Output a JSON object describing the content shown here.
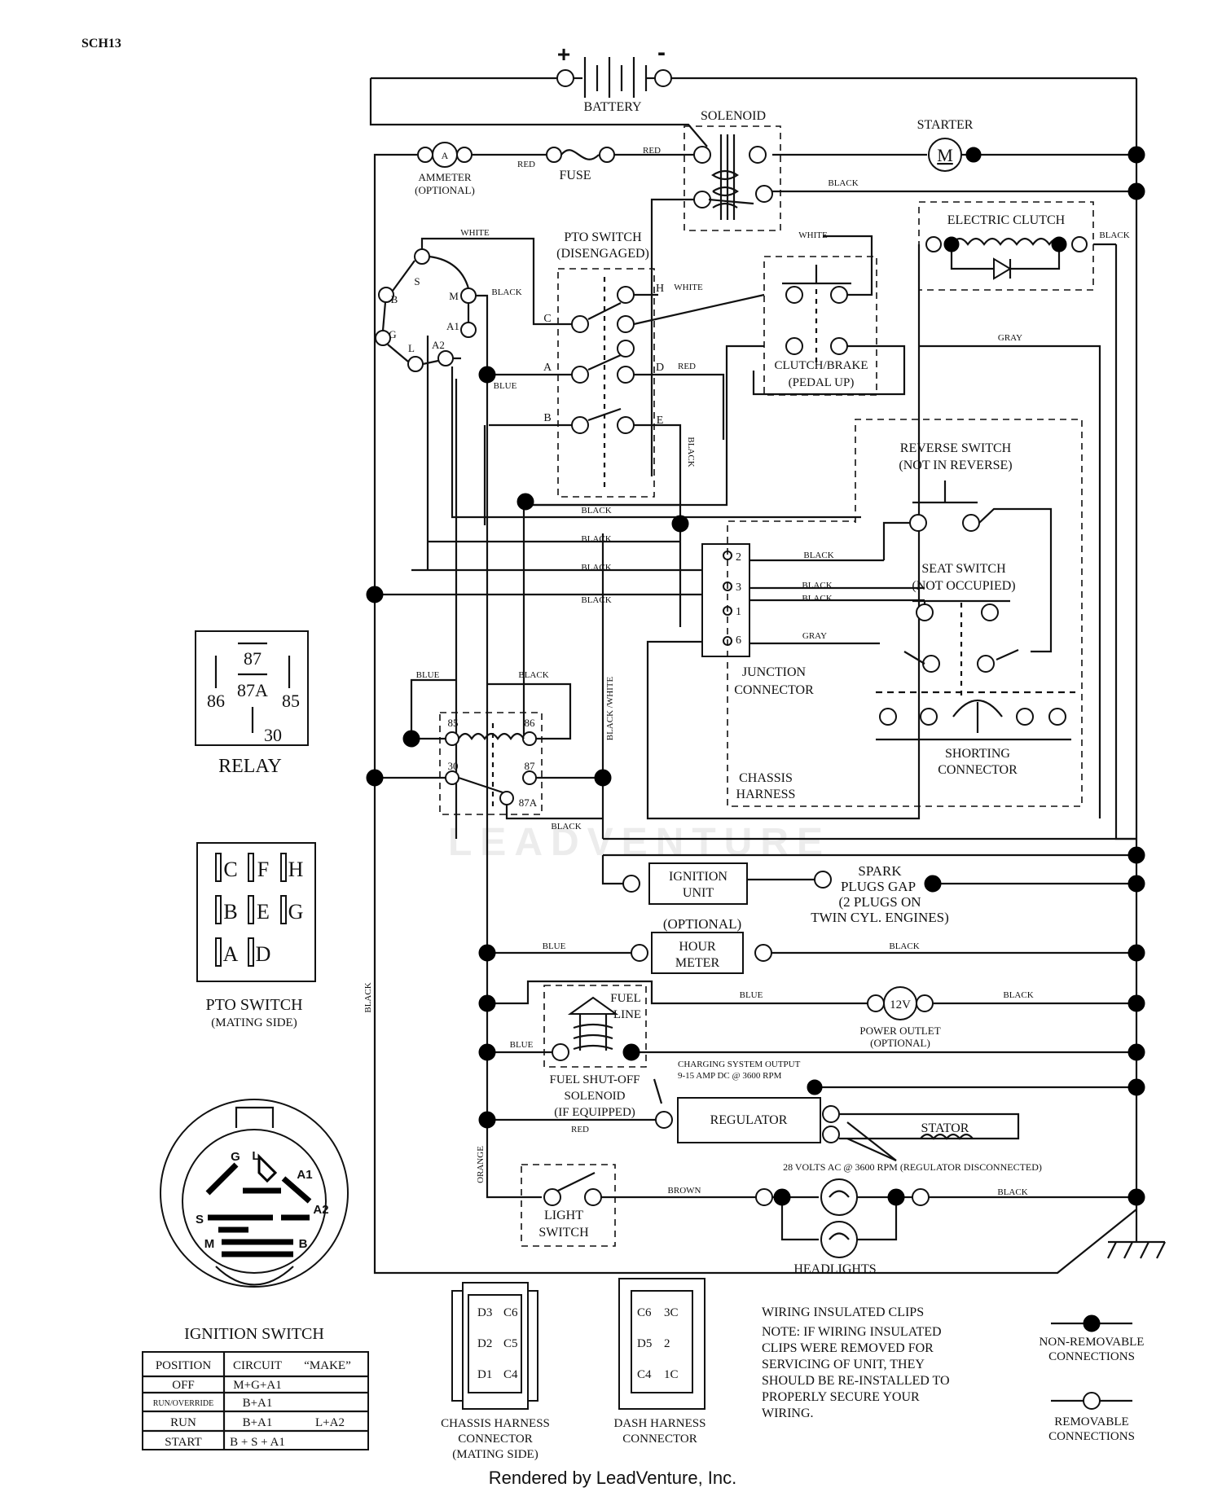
{
  "doc_id": "SCH13",
  "components": {
    "battery": "BATTERY",
    "battery_plus": "+",
    "battery_minus": "-",
    "solenoid": "SOLENOID",
    "starter": "STARTER",
    "starter_m": "M",
    "ammeter": "AMMETER",
    "ammeter_opt": "(OPTIONAL)",
    "ammeter_a": "A",
    "fuse": "FUSE",
    "electric_clutch": "ELECTRIC CLUTCH",
    "pto_switch_title": "PTO SWITCH",
    "pto_switch_sub": "(DISENGAGED)",
    "clutch_brake": "CLUTCH/BRAKE",
    "clutch_brake_sub": "(PEDAL UP)",
    "reverse_switch": "REVERSE SWITCH",
    "reverse_switch_sub": "(NOT IN REVERSE)",
    "seat_switch": "SEAT SWITCH",
    "seat_switch_sub": "(NOT OCCUPIED)",
    "junction_connector_1": "JUNCTION",
    "junction_connector_2": "CONNECTOR",
    "shorting_connector_1": "SHORTING",
    "shorting_connector_2": "CONNECTOR",
    "chassis_harness_1": "CHASSIS",
    "chassis_harness_2": "HARNESS",
    "ignition_unit_1": "IGNITION",
    "ignition_unit_2": "UNIT",
    "spark_1": "SPARK",
    "spark_2": "PLUGS GAP",
    "spark_3": "(2 PLUGS ON",
    "spark_4": "TWIN CYL. ENGINES)",
    "hour_meter_opt": "(OPTIONAL)",
    "hour_meter_1": "HOUR",
    "hour_meter_2": "METER",
    "fuel_line_1": "FUEL",
    "fuel_line_2": "LINE",
    "power_outlet_v": "12V",
    "power_outlet_1": "POWER OUTLET",
    "power_outlet_2": "(OPTIONAL)",
    "fuel_shutoff_1": "FUEL SHUT-OFF",
    "fuel_shutoff_2": "SOLENOID",
    "fuel_shutoff_3": "(IF EQUIPPED)",
    "charging_1": "CHARGING SYSTEM OUTPUT",
    "charging_2": "9-15 AMP DC @ 3600 RPM",
    "regulator": "REGULATOR",
    "stator": "STATOR",
    "volts_ac": "28 VOLTS AC @ 3600 RPM (REGULATOR DISCONNECTED)",
    "light_switch_1": "LIGHT",
    "light_switch_2": "SWITCH",
    "headlights": "HEADLIGHTS",
    "watermark": "LEADVENTURE"
  },
  "wire_colors": {
    "red": "RED",
    "white": "WHITE",
    "black": "BLACK",
    "blue": "BLUE",
    "gray": "GRAY",
    "black_white": "BLACK /WHITE",
    "orange": "ORANGE",
    "brown": "BROWN"
  },
  "pto_terminals": {
    "a": "A",
    "b": "B",
    "c": "C",
    "d": "D",
    "e": "E",
    "h": "H"
  },
  "ign_terminals": {
    "s": "S",
    "m": "M",
    "b": "B",
    "g": "G",
    "l": "L",
    "a1": "A1",
    "a2": "A2"
  },
  "junction_pins": {
    "p2": "2",
    "p3": "3",
    "p1": "1",
    "p6": "6"
  },
  "relay_terminals": {
    "t85": "85",
    "t86": "86",
    "t30": "30",
    "t87": "87",
    "t87a": "87A"
  },
  "relay_legend": {
    "title": "RELAY",
    "t87": "87",
    "t86": "86",
    "t87a": "87A",
    "t85": "85",
    "t30": "30"
  },
  "pto_mating": {
    "title": "PTO SWITCH",
    "sub": "(MATING SIDE)",
    "rows": [
      [
        "C",
        "F",
        "H"
      ],
      [
        "B",
        "E",
        "G"
      ],
      [
        "A",
        "D"
      ]
    ]
  },
  "ignition_switch": {
    "title": "IGNITION SWITCH",
    "labels": {
      "g": "G",
      "l": "L",
      "a1": "A1",
      "s": "S",
      "a2": "A2",
      "m": "M",
      "b": "B"
    },
    "headers": [
      "POSITION",
      "CIRCUIT",
      "“MAKE”"
    ],
    "rows": [
      {
        "position": "OFF",
        "circuit": "M+G+A1",
        "extra": ""
      },
      {
        "position": "RUN/OVERRIDE",
        "circuit": "B+A1",
        "extra": ""
      },
      {
        "position": "RUN",
        "circuit": "B+A1",
        "extra": "L+A2"
      },
      {
        "position": "START",
        "circuit": "B + S + A1",
        "extra": ""
      }
    ]
  },
  "chassis_connector": {
    "title_1": "CHASSIS HARNESS",
    "title_2": "CONNECTOR",
    "title_3": "(MATING SIDE)",
    "pins": [
      [
        "D3",
        "C6"
      ],
      [
        "D2",
        "C5"
      ],
      [
        "D1",
        "C4"
      ]
    ]
  },
  "dash_connector": {
    "title_1": "DASH HARNESS",
    "title_2": "CONNECTOR",
    "pins": [
      [
        "C6",
        "3C"
      ],
      [
        "D5",
        "2"
      ],
      [
        "C4",
        "1C"
      ]
    ]
  },
  "note": {
    "title": "WIRING INSULATED CLIPS",
    "lines": [
      "NOTE:  IF WIRING INSULATED",
      "CLIPS WERE REMOVED FOR",
      "SERVICING OF UNIT, THEY",
      "SHOULD BE RE-INSTALLED TO",
      "PROPERLY SECURE YOUR",
      "WIRING."
    ]
  },
  "legend": {
    "nonremovable_1": "NON-REMOVABLE",
    "nonremovable_2": "CONNECTIONS",
    "removable_1": "REMOVABLE",
    "removable_2": "CONNECTIONS"
  },
  "footer": "Rendered by LeadVenture, Inc."
}
